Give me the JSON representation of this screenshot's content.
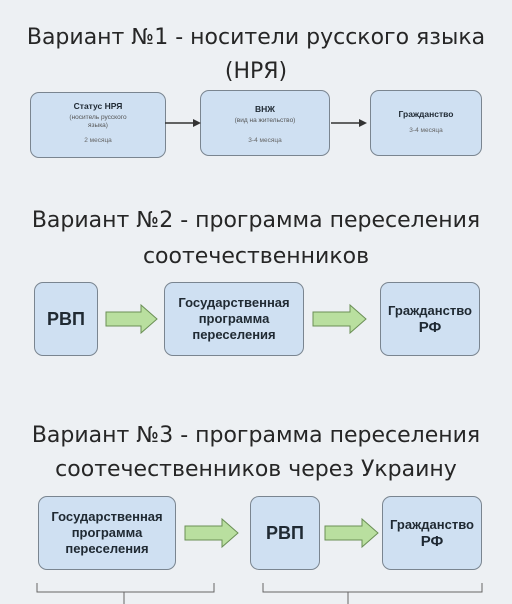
{
  "variant1": {
    "title_line1": "Вариант №1 - носители русского языка",
    "title_line2": "(НРЯ)",
    "boxes": [
      {
        "title": "Статус НРЯ",
        "sub": "(носитель русского языка)",
        "duration": "2 месяца"
      },
      {
        "title": "ВНЖ",
        "sub": "(вид на жительство)",
        "duration": "3-4 месяца"
      },
      {
        "title": "Гражданство",
        "sub": "",
        "duration": "3-4 месяца"
      }
    ]
  },
  "variant2": {
    "title_line1": "Вариант №2 - программа переселения",
    "title_line2": "соотечественников",
    "boxes": [
      {
        "line1": "РВП"
      },
      {
        "line1": "Государственная",
        "line2": "программа",
        "line3": "переселения"
      },
      {
        "line1": "Гражданство",
        "line2": "РФ"
      }
    ]
  },
  "variant3": {
    "title_line1": "Вариант №3 - программа переселения",
    "title_line2": "соотечественников через Украину",
    "boxes": [
      {
        "line1": "Государственная",
        "line2": "программа",
        "line3": "переселения"
      },
      {
        "line1": "РВП"
      },
      {
        "line1": "Гражданство",
        "line2": "РФ"
      }
    ]
  },
  "colors": {
    "box_fill": "#cfe0f2",
    "box_border": "#7a8590",
    "green_arrow_fill": "#b9df9f",
    "green_arrow_stroke": "#6a8f55",
    "black_arrow": "#333333",
    "background": "#edf0f3"
  }
}
